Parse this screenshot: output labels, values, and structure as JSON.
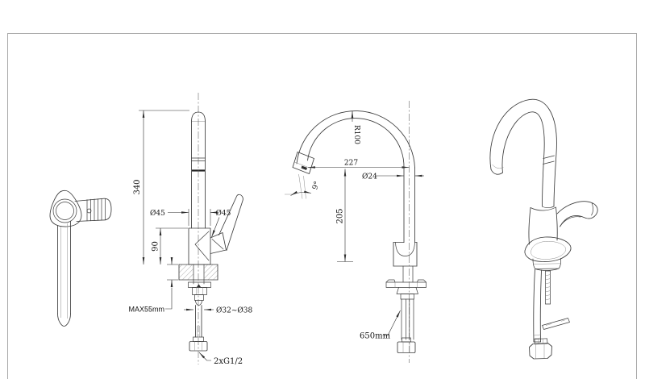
{
  "drawing": {
    "side_view": {
      "dims": {
        "height_total": "340",
        "body_dia": "Ø45",
        "hub_dia": "Ø45",
        "body_height": "90",
        "max_deck_thickness": "MAX55mm",
        "hole_dia": "Ø32~Ø38",
        "thread": "2xG1/2"
      }
    },
    "front_view": {
      "dims": {
        "bend_radius": "R100",
        "spout_reach": "227",
        "pipe_dia": "Ø24",
        "outlet_height": "205",
        "spray_angle": "9°",
        "hose_length": "650mm"
      }
    },
    "colors": {
      "line": "#3c3c3c",
      "frame": "#a9a9a9",
      "background": "#ffffff",
      "text": "#141414"
    }
  }
}
